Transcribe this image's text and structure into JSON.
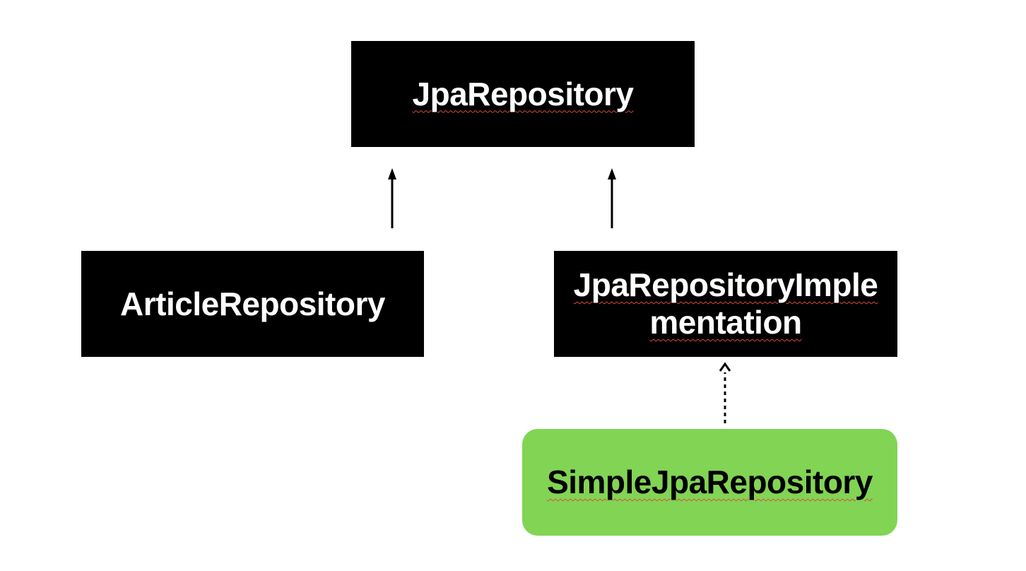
{
  "diagram": {
    "nodes": {
      "jpa_repository": {
        "label": "JpaRepository"
      },
      "article_repository": {
        "label": "ArticleRepository"
      },
      "jpa_repository_implementation": {
        "label": "JpaRepositoryImplementation"
      },
      "simple_jpa_repository": {
        "label": "SimpleJpaRepository"
      }
    },
    "edges": [
      {
        "from": "article_repository",
        "to": "jpa_repository",
        "style": "solid"
      },
      {
        "from": "jpa_repository_implementation",
        "to": "jpa_repository",
        "style": "solid"
      },
      {
        "from": "simple_jpa_repository",
        "to": "jpa_repository_implementation",
        "style": "dashed"
      }
    ],
    "colors": {
      "box_fill": "#000000",
      "box_text": "#ffffff",
      "highlight_fill": "#82d454",
      "highlight_text": "#000000",
      "arrow": "#000000"
    }
  }
}
